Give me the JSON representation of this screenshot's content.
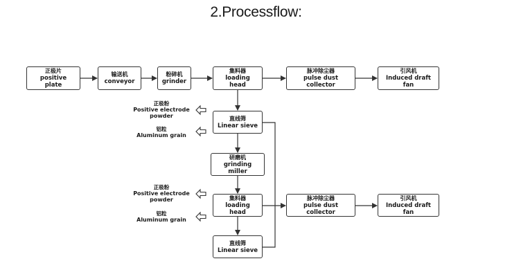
{
  "title": "2.Processflow:",
  "boxes": {
    "positive_plate": {
      "cn": "正极片",
      "en1": "positive",
      "en2": "plate"
    },
    "conveyor": {
      "cn": "输送机",
      "en1": "conveyor"
    },
    "grinder": {
      "cn": "粉碎机",
      "en1": "grinder"
    },
    "loading_head_1": {
      "cn": "集料器",
      "en1": "loading",
      "en2": "head"
    },
    "dust_collector_1": {
      "cn": "脉冲除尘器",
      "en1": "pulse dust",
      "en2": "collector"
    },
    "draft_fan_1": {
      "cn": "引风机",
      "en1": "Induced draft",
      "en2": "fan"
    },
    "linear_sieve_1": {
      "cn": "直线筛",
      "en1": "Linear sieve"
    },
    "grinding_miller": {
      "cn": "研磨机",
      "en1": "grinding",
      "en2": "miller"
    },
    "loading_head_2": {
      "cn": "集料器",
      "en1": "loading",
      "en2": "head"
    },
    "dust_collector_2": {
      "cn": "脉冲除尘器",
      "en1": "pulse dust",
      "en2": "collector"
    },
    "draft_fan_2": {
      "cn": "引风机",
      "en1": "Induced draft",
      "en2": "fan"
    },
    "linear_sieve_2": {
      "cn": "直线筛",
      "en1": "Linear sieve"
    }
  },
  "outputs": {
    "powder_1": {
      "cn": "正极粉",
      "en1": "Positive electrode",
      "en2": "powder"
    },
    "aluminum_1": {
      "cn": "铝粒",
      "en1": "Aluminum grain"
    },
    "powder_2": {
      "cn": "正极粉",
      "en1": "Positive electrode",
      "en2": "powder"
    },
    "aluminum_2": {
      "cn": "铝粒",
      "en1": "Aluminum grain"
    }
  }
}
